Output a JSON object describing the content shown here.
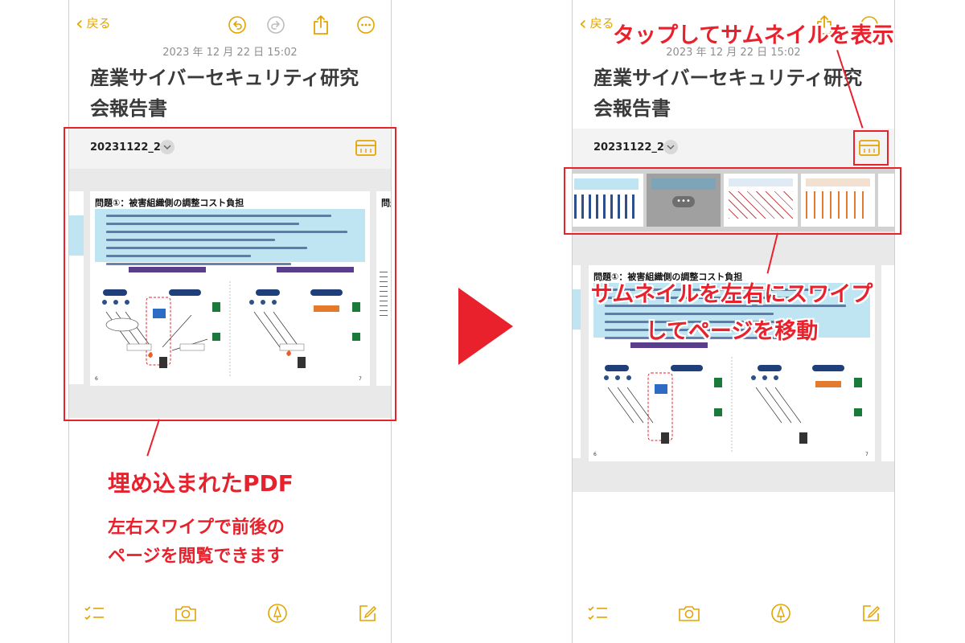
{
  "colors": {
    "accent": "#e3a400",
    "annotation": "#e8212d",
    "title_text": "#3a3a3a",
    "date_text": "#8e8e8e"
  },
  "note": {
    "back_label": "戻る",
    "datestamp": "2023 年 12 月 22 日 15:02",
    "title_line1": "産業サイバーセキュリティ研究",
    "title_line2": "会報告書",
    "pdf_name": "20231122_2"
  },
  "toolbar_icons": [
    "undo-icon",
    "redo-icon",
    "share-icon",
    "more-icon"
  ],
  "bottom_icons": [
    "checklist-icon",
    "camera-icon",
    "markup-pen-icon",
    "compose-icon"
  ],
  "pdf_page": {
    "heading": "問題①：被害組織側の調整コスト負担",
    "page_left": "6",
    "page_right": "7",
    "next_heading": "問題"
  },
  "annotations": {
    "left_caption": "埋め込まれたPDF",
    "left_sub1": "左右スワイプで前後の",
    "left_sub2": "ページを閲覧できます",
    "right_top": "タップしてサムネイルを表示",
    "right_mid1": "サムネイルを左右にスワイプ",
    "right_mid2": "してページを移動"
  }
}
